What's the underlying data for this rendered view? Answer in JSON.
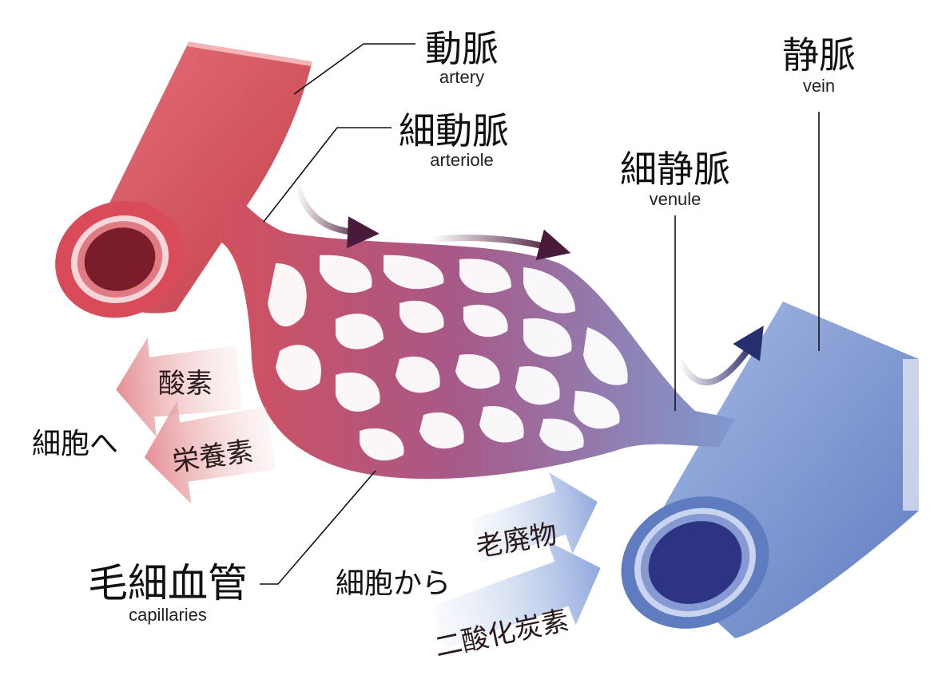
{
  "labels": {
    "artery": {
      "jp": "動脈",
      "en": "artery"
    },
    "arteriole": {
      "jp": "細動脈",
      "en": "arteriole"
    },
    "vein": {
      "jp": "静脈",
      "en": "vein"
    },
    "venule": {
      "jp": "細静脈",
      "en": "venule"
    },
    "capillaries": {
      "jp": "毛細血管",
      "en": "capillaries"
    }
  },
  "to_cells": {
    "heading": "細胞へ",
    "items": [
      "酸素",
      "栄養素"
    ]
  },
  "from_cells": {
    "heading": "細胞から",
    "items": [
      "老廃物",
      "二酸化炭素"
    ]
  },
  "colors": {
    "artery": "#d9535e",
    "artery_dark": "#8f2a35",
    "capillary_mid": "#a0588a",
    "vein": "#7f9ad0",
    "vein_dark": "#2f3b8a",
    "flow_arrow": "#4a1a3a",
    "to_cells_arrow": "#e89a9e",
    "from_cells_arrow": "#9fb4e0"
  }
}
